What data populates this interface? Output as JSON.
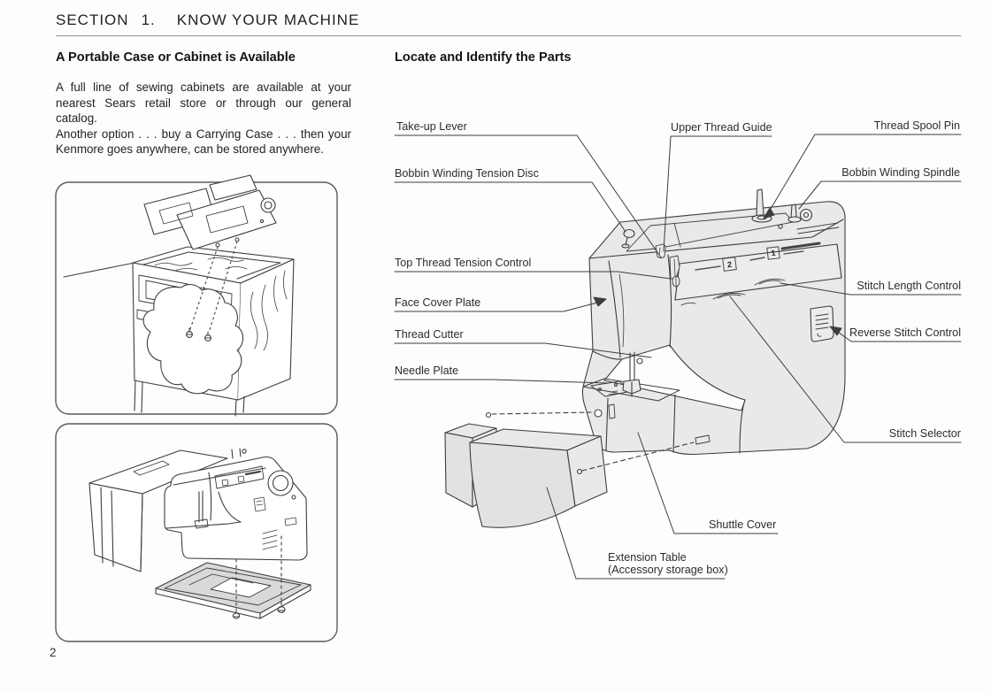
{
  "header": {
    "section_label": "SECTION",
    "section_number": "1.",
    "section_title": "KNOW YOUR MACHINE"
  },
  "left_column": {
    "heading": "A Portable Case or Cabinet is Available",
    "paragraphs": [
      "A full line of sewing cabinets are available at your nearest Sears retail store or through our general catalog.",
      "Another option . . . buy a Carrying Case . . . then your Kenmore goes anywhere, can be stored anywhere."
    ]
  },
  "right_column": {
    "heading": "Locate and Identify the Parts"
  },
  "diagram": {
    "machine_panel": {
      "dial_left": "2",
      "dial_right": "1"
    },
    "labels": {
      "take_up_lever": "Take-up Lever",
      "bobbin_winding_tension_disc": "Bobbin Winding Tension Disc",
      "top_thread_tension_control": "Top Thread Tension Control",
      "face_cover_plate": "Face Cover Plate",
      "thread_cutter": "Thread Cutter",
      "needle_plate": "Needle Plate",
      "upper_thread_guide": "Upper Thread Guide",
      "thread_spool_pin": "Thread Spool Pin",
      "bobbin_winding_spindle": "Bobbin Winding Spindle",
      "stitch_length_control": "Stitch Length Control",
      "reverse_stitch_control": "Reverse Stitch Control",
      "stitch_selector": "Stitch Selector",
      "shuttle_cover": "Shuttle Cover",
      "extension_table_line1": "Extension Table",
      "extension_table_line2": "(Accessory storage box)"
    }
  },
  "footer": {
    "page_number": "2"
  }
}
